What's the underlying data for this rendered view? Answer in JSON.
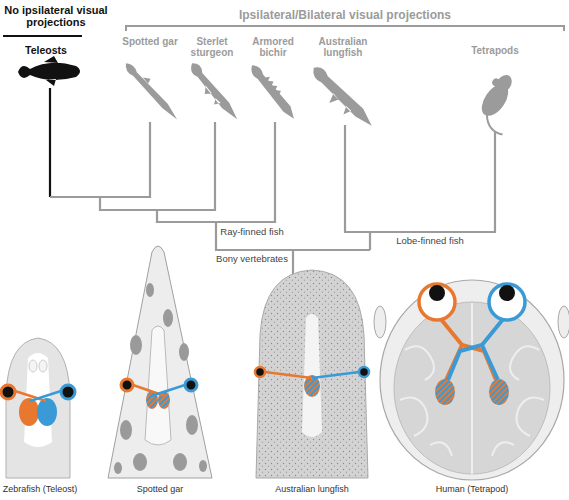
{
  "diagram": {
    "labels": [
      "No ipsilateral visual projections",
      "Ipsilateral/Bilateral visual projections",
      "Teleosts",
      "Spotted gar",
      "Sterlet sturgeon",
      "Armored bichir",
      "Australian lungfish",
      "Tetrapods",
      "Ray-finned fish",
      "Lobe-finned fish",
      "Bony vertebrates",
      "Zebrafish (Teleost)",
      "Spotted gar",
      "Australian lungfish",
      "Human (Tetrapod)"
    ]
  }
}
